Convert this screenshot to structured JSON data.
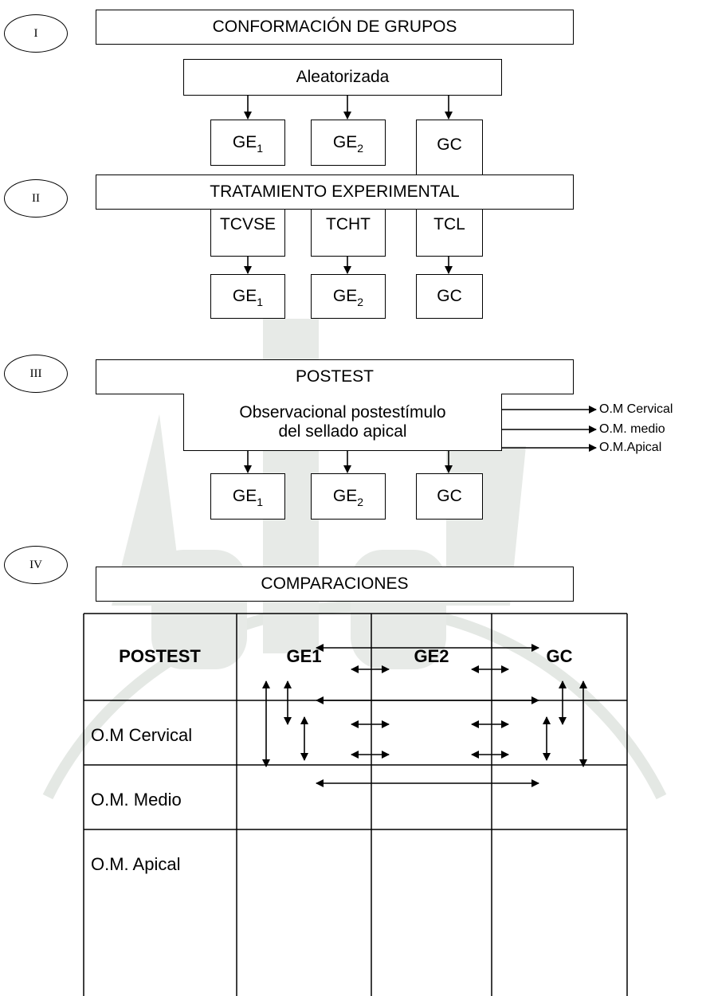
{
  "steps": [
    {
      "numeral": "I",
      "title": "CONFORMACIÓN DE GRUPOS",
      "subtitle": "Aleatorizada"
    },
    {
      "numeral": "II",
      "title": "TRATAMIENTO EXPERIMENTAL",
      "treatments": [
        "TCVSE",
        "TCHT",
        "TCL"
      ]
    },
    {
      "numeral": "III",
      "title": "POSTEST",
      "observation": [
        "Observacional postestímulo",
        "del sellado apical"
      ],
      "outputs": [
        "O.M Cervical",
        "O.M. medio",
        "O.M.Apical"
      ]
    },
    {
      "numeral": "IV",
      "title": "COMPARACIONES"
    }
  ],
  "groups": {
    "ge": "GE",
    "ge1_sub": "1",
    "ge2_sub": "2",
    "gc": "GC"
  },
  "table": {
    "headers": [
      "POSTEST",
      "GE1",
      "GE2",
      "GC"
    ],
    "rows": [
      "O.M Cervical",
      "O.M. Medio",
      "O.M. Apical"
    ]
  },
  "colors": {
    "watermark": "#dfe3df",
    "line": "#000000"
  }
}
